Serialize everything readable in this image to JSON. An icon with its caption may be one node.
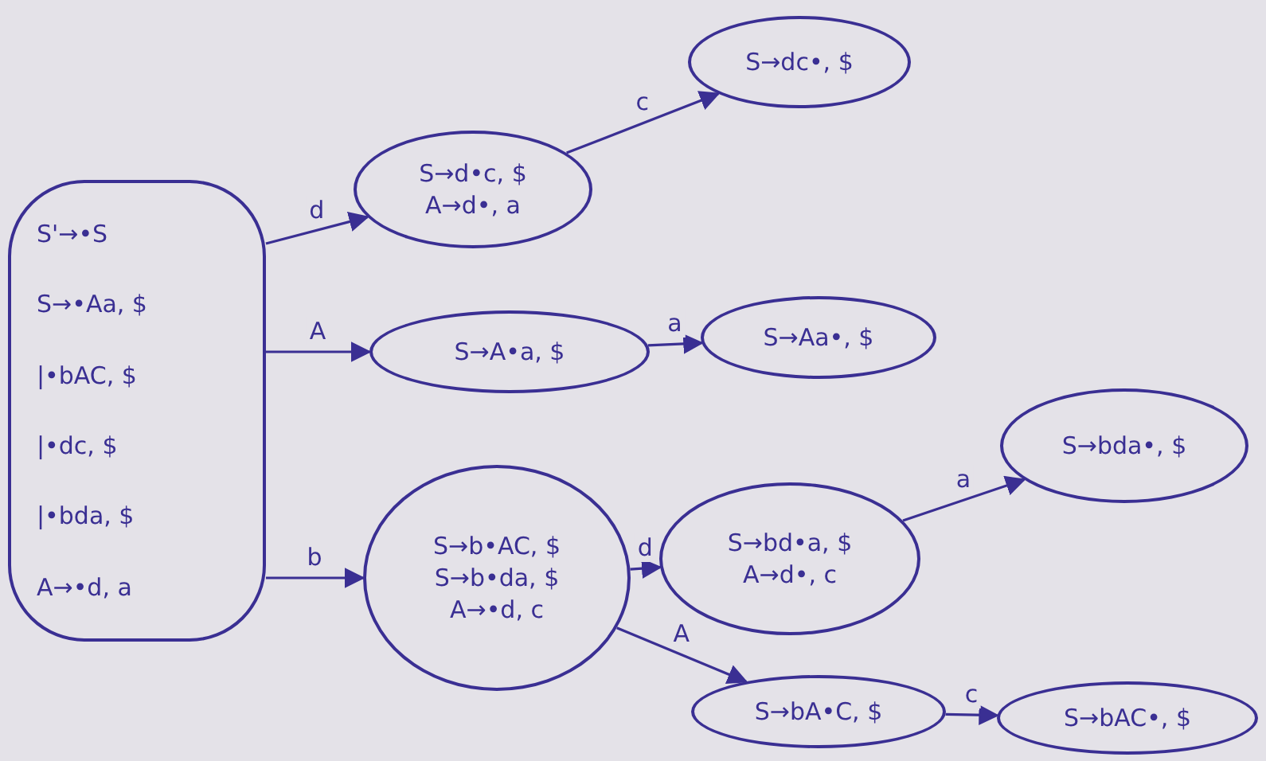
{
  "diagram": {
    "nodes": [
      {
        "text": [
          "S'→•S",
          "S→•Aa, $",
          "|•bAC, $",
          "|•dc, $",
          "|•bda, $",
          "A→•d, a"
        ]
      },
      {
        "text": [
          "S→d•c, $",
          "A→d•, a"
        ]
      },
      {
        "text": [
          "S→dc•, $"
        ]
      },
      {
        "text": [
          "S→A•a, $"
        ]
      },
      {
        "text": [
          "S→Aa•, $"
        ]
      },
      {
        "text": [
          "S→b•AC, $",
          "S→b•da, $",
          "A→•d, c"
        ]
      },
      {
        "text": [
          "S→bd•a, $",
          "A→d•, c"
        ]
      },
      {
        "text": [
          "S→bda•, $"
        ]
      },
      {
        "text": [
          "S→bA•C, $"
        ]
      },
      {
        "text": [
          "S→bAC•, $"
        ]
      }
    ],
    "edges": [
      {
        "from": 0,
        "to": 1,
        "arrow": "to",
        "label": "d"
      },
      {
        "from": 1,
        "to": 2,
        "arrow": "to",
        "label": "c"
      },
      {
        "from": 0,
        "to": 3,
        "arrow": "to",
        "label": "A"
      },
      {
        "from": 3,
        "to": 4,
        "arrow": "to",
        "label": "a"
      },
      {
        "from": 0,
        "to": 5,
        "arrow": "to",
        "label": "b"
      },
      {
        "from": 5,
        "to": 6,
        "arrow": "to",
        "label": "d"
      },
      {
        "from": 6,
        "to": 7,
        "arrow": "to",
        "label": "a"
      },
      {
        "from": 5,
        "to": 8,
        "arrow": "to",
        "label": "A"
      },
      {
        "from": 8,
        "to": 9,
        "arrow": "to",
        "label": "c"
      }
    ]
  }
}
